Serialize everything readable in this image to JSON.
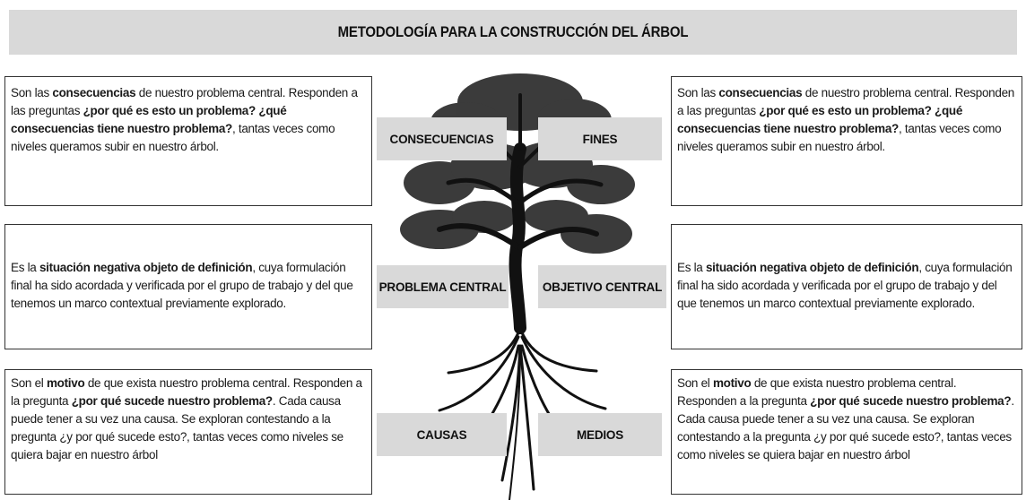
{
  "title": "METODOLOGÍA PARA LA CONSTRUCCIÓN DEL ÁRBOL",
  "left": {
    "consecuencias": {
      "t1": "Son las ",
      "b1": "consecuencias",
      "t2": " de nuestro problema central. Responden a las preguntas ",
      "b2": "¿por qué es esto un problema? ¿qué consecuencias tiene nuestro problema?",
      "t3": ", tantas veces como niveles queramos subir en nuestro árbol."
    },
    "problema": {
      "t1": "Es la ",
      "b1": "situación negativa objeto de definición",
      "t2": ", cuya formulación final ha sido acordada y verificada por el grupo de trabajo y del que tenemos un marco contextual previamente explorado."
    },
    "causas": {
      "t1": "Son el ",
      "b1": "motivo",
      "t2": " de que exista nuestro problema central. Responden a la pregunta ",
      "b2": "¿por qué sucede nuestro problema?",
      "t3": ". Cada causa puede tener a su vez una causa. Se exploran contestando a la pregunta ¿y por qué sucede esto?, tantas veces como niveles se quiera bajar en nuestro árbol"
    }
  },
  "right": {
    "fines": {
      "t1": "Son las ",
      "b1": "consecuencias",
      "t2": " de nuestro problema central. Responden a las preguntas ",
      "b2": "¿por qué es esto un problema? ¿qué consecuencias tiene nuestro problema?",
      "t3": ", tantas veces como niveles queramos subir en nuestro árbol."
    },
    "objetivo": {
      "t1": "Es la ",
      "b1": "situación negativa objeto de definición",
      "t2": ", cuya formulación final ha sido acordada y verificada por el grupo de trabajo y del que tenemos un marco contextual previamente explorado."
    },
    "medios": {
      "t1": "Son el ",
      "b1": "motivo",
      "t2": " de que exista nuestro problema central. Responden a la pregunta ",
      "b2": "¿por qué sucede nuestro problema?",
      "t3": ". Cada causa puede tener a su vez una causa. Se exploran contestando a la pregunta ¿y por qué sucede esto?, tantas veces como niveles se quiera bajar en nuestro árbol"
    }
  },
  "labels": {
    "consecuencias": "CONSECUENCIAS",
    "fines": "FINES",
    "problema_central": "PROBLEMA CENTRAL",
    "objetivo_central": "OBJETIVO CENTRAL",
    "causas": "CAUSAS",
    "medios": "MEDIOS"
  }
}
